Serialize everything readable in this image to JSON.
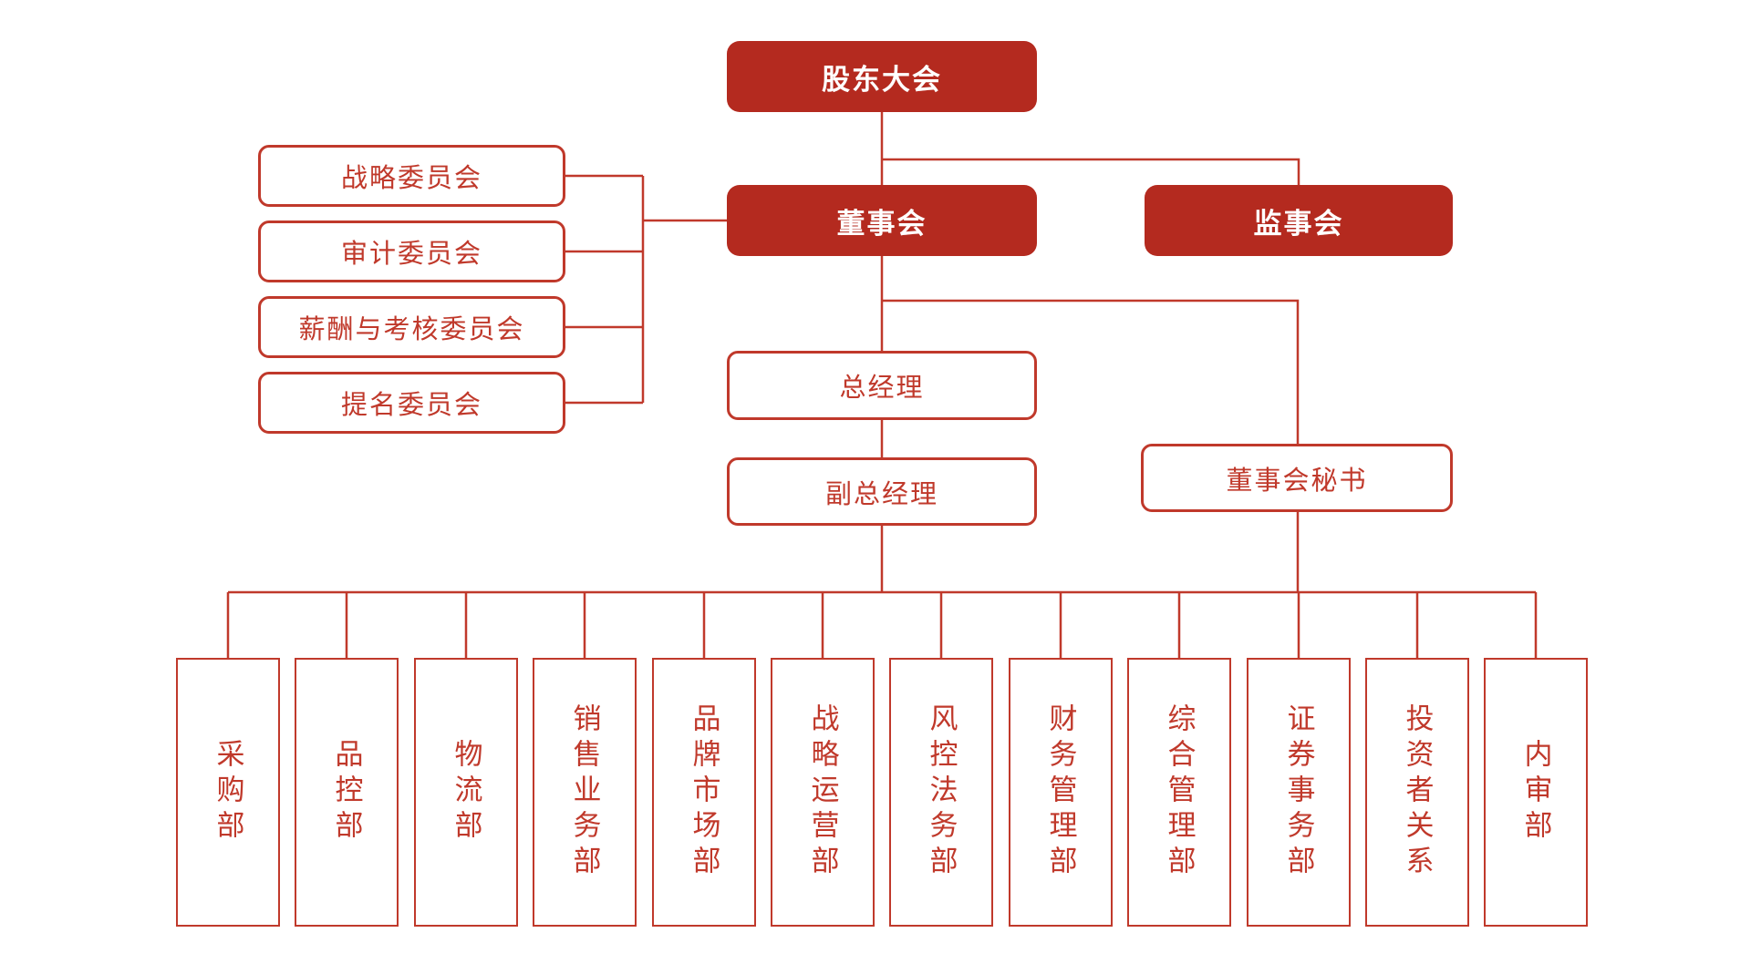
{
  "palette": {
    "node_fill": "#b42a1f",
    "line": "#c0392b",
    "text_on_fill": "#ffffff",
    "text_red": "#c0392b",
    "background": "#ffffff"
  },
  "org": {
    "shareholders_meeting": "股东大会",
    "board_of_directors": "董事会",
    "supervisory_board": "监事会",
    "committees": [
      "战略委员会",
      "审计委员会",
      "薪酬与考核委员会",
      "提名委员会"
    ],
    "general_manager": "总经理",
    "deputy_general_manager": "副总经理",
    "board_secretary": "董事会秘书",
    "departments": [
      "采购部",
      "品控部",
      "物流部",
      "销售业务部",
      "品牌市场部",
      "战略运营部",
      "风控法务部",
      "财务管理部",
      "综合管理部",
      "证券事务部",
      "投资者关系",
      "内审部"
    ]
  }
}
